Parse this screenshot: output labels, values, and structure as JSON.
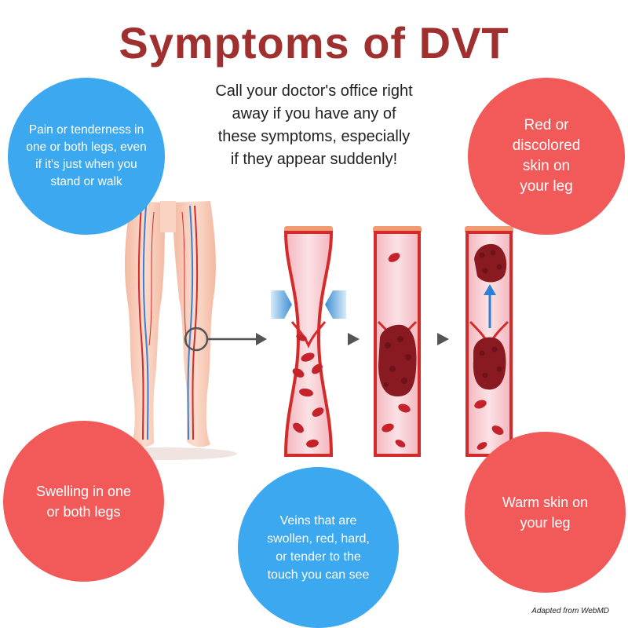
{
  "title": "Symptoms of DVT",
  "intro": "Call your doctor's office right away if you have any of these symptoms, especially if they appear suddenly!",
  "symptoms": {
    "pain": "Pain or tenderness in one or both legs, even if it's just when you stand or walk",
    "red_skin": "Red or discolored skin on your leg",
    "swelling": "Swelling in one or both legs",
    "veins": "Veins that are swollen, red, hard, or tender to the touch you can see",
    "warm_skin": "Warm skin on your leg"
  },
  "credit": "Adapted from WebMD",
  "colors": {
    "title": "#a0302f",
    "blue_circle": "#3ba8f0",
    "red_circle": "#f25a5a",
    "vein_wall": "#d42a2a",
    "vein_fill": "#f7c9cf",
    "clot": "#8a1a22",
    "skin": "#f6c8b4"
  }
}
